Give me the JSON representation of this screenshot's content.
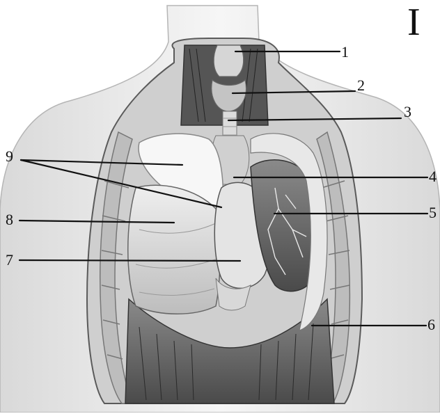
{
  "panel_label": "I",
  "callouts": [
    {
      "id": "1",
      "label": "1"
    },
    {
      "id": "2",
      "label": "2"
    },
    {
      "id": "3",
      "label": "3"
    },
    {
      "id": "4",
      "label": "4"
    },
    {
      "id": "5",
      "label": "5"
    },
    {
      "id": "6",
      "label": "6"
    },
    {
      "id": "7",
      "label": "7"
    },
    {
      "id": "8",
      "label": "8"
    },
    {
      "id": "9",
      "label": "9"
    }
  ],
  "colors": {
    "skin": "#ededed",
    "outline": "#6a6a6a",
    "lung": "#dcdcdc",
    "cavity": "#5a5a5a",
    "heart": "#2f2f2f",
    "leader": "#111111"
  },
  "illustration": "anatomical-thorax-dissection"
}
